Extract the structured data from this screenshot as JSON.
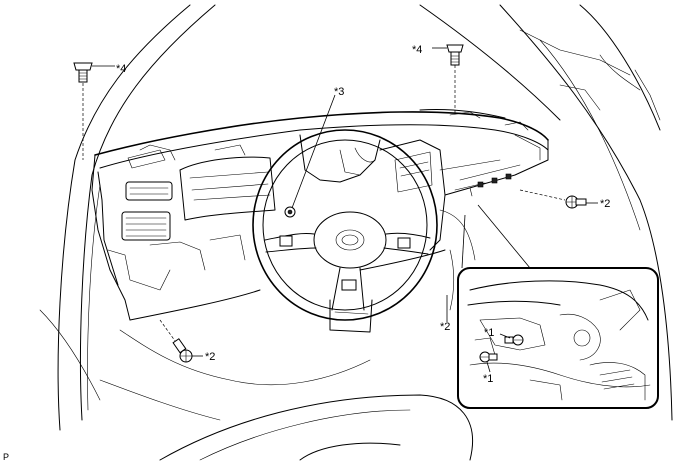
{
  "callouts": {
    "bolt_top_left": "*4",
    "bolt_top_right": "*4",
    "steering_wheel_mark": "*3",
    "screw_right": "*2",
    "screw_lower_left": "*2",
    "screw_center": "*2",
    "detail_mark_upper": "*1",
    "detail_mark_lower": "*1"
  },
  "corner_code": "P"
}
